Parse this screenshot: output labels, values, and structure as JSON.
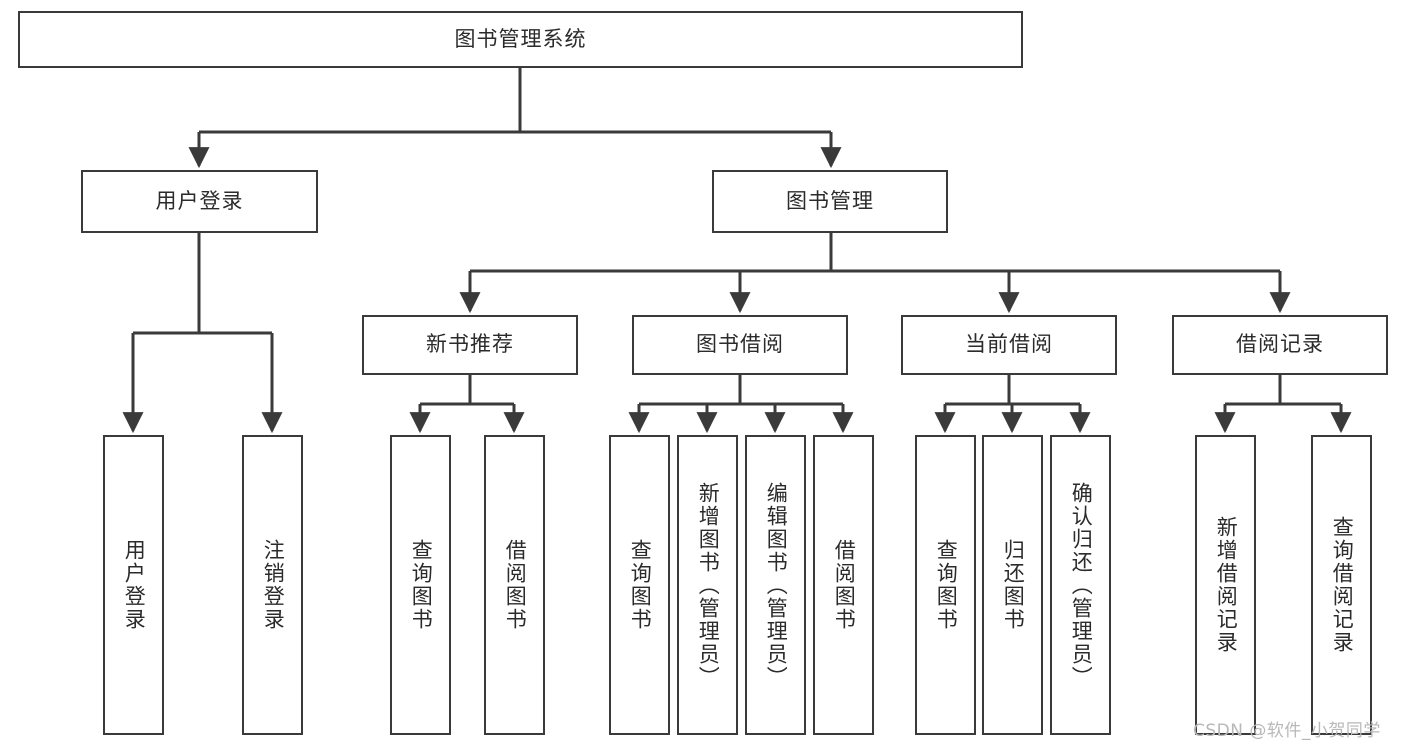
{
  "diagram": {
    "type": "tree-hierarchy-chart",
    "title": "图书管理系统",
    "watermark": "CSDN @软件_小贺同学",
    "colors": {
      "box_border": "#3a3a3a",
      "box_fill": "#ffffff",
      "connector": "#3a3a3a",
      "text": "#2b2b2b",
      "watermark": "#b8b8b8",
      "background": "#ffffff"
    },
    "root": {
      "label": "图书管理系统"
    },
    "level1": [
      {
        "id": "user-login",
        "label": "用户登录"
      },
      {
        "id": "book-management",
        "label": "图书管理"
      }
    ],
    "level2": [
      {
        "id": "new-book-recommend",
        "label": "新书推荐",
        "parent": "book-management"
      },
      {
        "id": "book-borrow",
        "label": "图书借阅",
        "parent": "book-management"
      },
      {
        "id": "current-borrow",
        "label": "当前借阅",
        "parent": "book-management"
      },
      {
        "id": "borrow-record",
        "label": "借阅记录",
        "parent": "book-management"
      }
    ],
    "leaves": {
      "user_login": [
        {
          "id": "leaf-user-login",
          "label": "用户登录"
        },
        {
          "id": "leaf-logout-login",
          "label": "注销登录"
        }
      ],
      "new_book_recommend": [
        {
          "id": "leaf-query-book-1",
          "label": "查询图书"
        },
        {
          "id": "leaf-borrow-book-1",
          "label": "借阅图书"
        }
      ],
      "book_borrow": [
        {
          "id": "leaf-query-book-2",
          "label": "查询图书"
        },
        {
          "id": "leaf-add-book",
          "label": "新增图书（管理员）"
        },
        {
          "id": "leaf-edit-book",
          "label": "编辑图书（管理员）"
        },
        {
          "id": "leaf-borrow-book-2",
          "label": "借阅图书"
        }
      ],
      "current_borrow": [
        {
          "id": "leaf-query-book-3",
          "label": "查询图书"
        },
        {
          "id": "leaf-return-book",
          "label": "归还图书"
        },
        {
          "id": "leaf-confirm-return",
          "label": "确认归还（管理员）"
        }
      ],
      "borrow_record": [
        {
          "id": "leaf-add-record",
          "label": "新增借阅记录"
        },
        {
          "id": "leaf-query-record",
          "label": "查询借阅记录"
        }
      ]
    }
  }
}
